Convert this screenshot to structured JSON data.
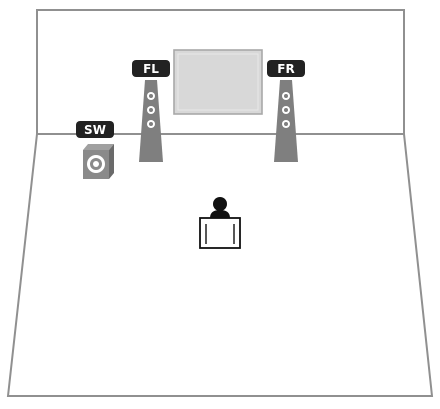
{
  "speakers": {
    "front_left": {
      "label": "FL"
    },
    "front_right": {
      "label": "FR"
    },
    "subwoofer": {
      "label": "SW"
    }
  },
  "colors": {
    "room_line": "#909090",
    "speaker_body": "#7f7f7f",
    "label_bg": "#222222",
    "label_text": "#ffffff",
    "tv_fill": "#d8d8d8",
    "tv_border": "#a8a8a8",
    "listener": "#111111"
  }
}
